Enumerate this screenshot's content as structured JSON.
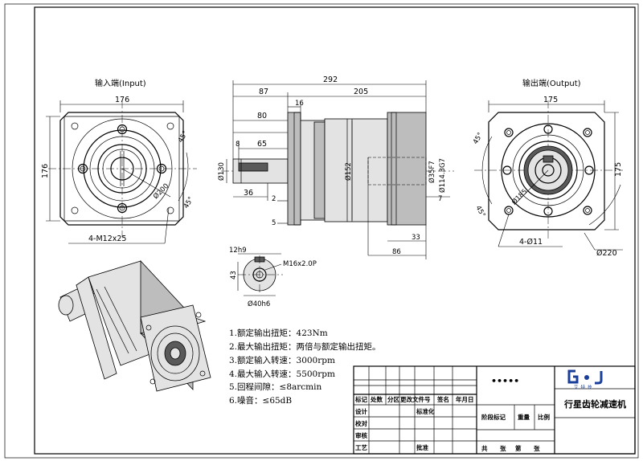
{
  "views": {
    "input_title": "输入端(Input)",
    "output_title": "输出端(Output)"
  },
  "input_view": {
    "width_dim": "176",
    "height_dim": "176",
    "pcd_dim": "Ø200",
    "angle_dim": "45°",
    "angle_dim2": "45°",
    "holes_label": "4-M12x25"
  },
  "side_view": {
    "overall_length": "292",
    "length_87": "87",
    "length_205": "205",
    "length_16": "16",
    "length_80": "80",
    "length_65": "65",
    "length_8": "8",
    "length_36": "36",
    "length_2": "2",
    "length_5": "5",
    "dia_130": "Ø130",
    "dia_152": "Ø152",
    "dia_35f7": "Ø35F7",
    "dia_114": "Ø114.3G7",
    "length_7": "7",
    "length_33": "33",
    "length_86": "86"
  },
  "output_view": {
    "width_dim": "175",
    "height_dim": "175",
    "dia_185": "Ø185",
    "angle_dim": "45°",
    "angle_dim2": "45°",
    "holes_label": "4-Ø11",
    "pcd_dim": "Ø220"
  },
  "shaft_section": {
    "keyway": "12h9",
    "height": "43",
    "thread": "M16x2.0P",
    "dia": "Ø40h6"
  },
  "notes": [
    "1.额定输出扭矩：423Nm",
    "2.最大输出扭矩：两倍与额定输出扭矩。",
    "3.额定输入转速：3000rpm",
    "4.最大输入转速：5500rpm",
    "5.回程间隙：≤8arcmin",
    "6.噪音：≤65dB"
  ],
  "title_block": {
    "header_cells": [
      "标记",
      "处数",
      "分区",
      "更改文件号",
      "签名",
      "年月日"
    ],
    "row_labels": [
      "设计",
      "校对",
      "审核",
      "工艺"
    ],
    "mid_label_1": "标准化",
    "mid_label_2": "批准",
    "stage_headers": [
      "阶段标记",
      "重量",
      "比例"
    ],
    "dots": "•••••",
    "sheet_labels": [
      "共",
      "张",
      "第",
      "张"
    ],
    "logo_text": "艾特技",
    "product_name": "行星齿轮减速机"
  }
}
